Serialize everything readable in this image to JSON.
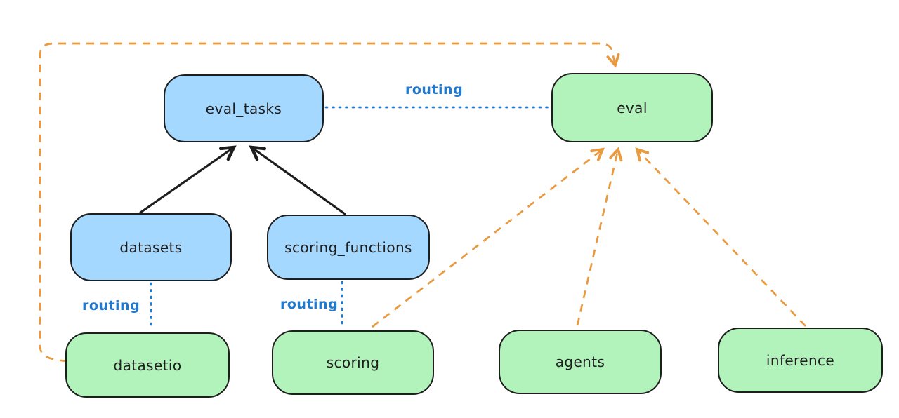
{
  "colors": {
    "background": "#ffffff",
    "blue_fill": "#a5d8ff",
    "green_fill": "#b2f2bb",
    "border": "#1e1e1e",
    "black_line": "#1e1e1e",
    "blue_line": "#2079ce",
    "orange_line": "#ea9a3e"
  },
  "nodes": {
    "eval_tasks": {
      "label": "eval_tasks",
      "color": "blue"
    },
    "eval": {
      "label": "eval",
      "color": "green"
    },
    "datasets": {
      "label": "datasets",
      "color": "blue"
    },
    "scoring_functions": {
      "label": "scoring_functions",
      "color": "blue"
    },
    "datasetio": {
      "label": "datasetio",
      "color": "green"
    },
    "scoring": {
      "label": "scoring",
      "color": "green"
    },
    "agents": {
      "label": "agents",
      "color": "green"
    },
    "inference": {
      "label": "inference",
      "color": "green"
    }
  },
  "edge_labels": {
    "eval_tasks_eval": "routing",
    "datasets_datasetio": "routing",
    "scoring_functions_scoring": "routing"
  },
  "edges": [
    {
      "from": "datasets",
      "to": "eval_tasks",
      "style": "solid-black-arrow"
    },
    {
      "from": "scoring_functions",
      "to": "eval_tasks",
      "style": "solid-black-arrow"
    },
    {
      "from": "eval_tasks",
      "to": "eval",
      "style": "dotted-blue",
      "label": "routing"
    },
    {
      "from": "datasets",
      "to": "datasetio",
      "style": "dotted-blue",
      "label": "routing"
    },
    {
      "from": "scoring_functions",
      "to": "scoring",
      "style": "dotted-blue",
      "label": "routing"
    },
    {
      "from": "datasetio",
      "to": "eval",
      "style": "dashed-orange-arrow"
    },
    {
      "from": "scoring",
      "to": "eval",
      "style": "dashed-orange-arrow"
    },
    {
      "from": "agents",
      "to": "eval",
      "style": "dashed-orange-arrow"
    },
    {
      "from": "inference",
      "to": "eval",
      "style": "dashed-orange-arrow"
    }
  ]
}
